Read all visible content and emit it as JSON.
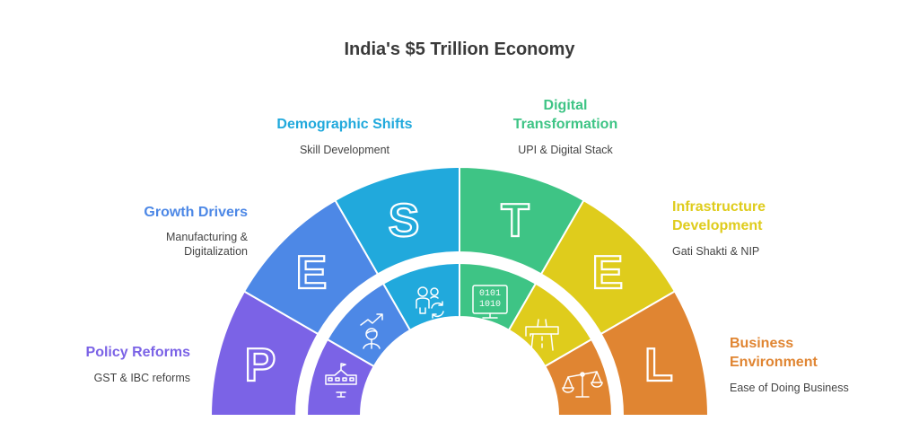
{
  "title": "India's $5 Trillion Economy",
  "colors": {
    "policy": "#7b63e6",
    "growth": "#4d88e6",
    "demographic": "#21a9dc",
    "digital": "#3ec485",
    "infrastructure": "#dfcc1c",
    "business": "#e08532"
  },
  "segments": [
    {
      "letter": "P",
      "title": "Policy Reforms",
      "subtitle": "GST & IBC reforms",
      "icon": "government-building-icon"
    },
    {
      "letter": "E",
      "title": "Growth Drivers",
      "subtitle_line1": "Manufacturing &",
      "subtitle_line2": "Digitalization",
      "icon": "person-growth-icon"
    },
    {
      "letter": "S",
      "title": "Demographic Shifts",
      "subtitle": "Skill Development",
      "icon": "people-refresh-icon"
    },
    {
      "letter": "T",
      "title_line1": "Digital",
      "title_line2": "Transformation",
      "subtitle": "UPI & Digital Stack",
      "icon": "binary-monitor-icon",
      "binary_line1": "0101",
      "binary_line2": "1010"
    },
    {
      "letter": "E",
      "title_line1": "Infrastructure",
      "title_line2": "Development",
      "subtitle": "Gati Shakti & NIP",
      "icon": "highway-bridge-icon"
    },
    {
      "letter": "L",
      "title_line1": "Business",
      "title_line2": "Environment",
      "subtitle": "Ease of Doing Business",
      "icon": "balance-scale-icon"
    }
  ]
}
